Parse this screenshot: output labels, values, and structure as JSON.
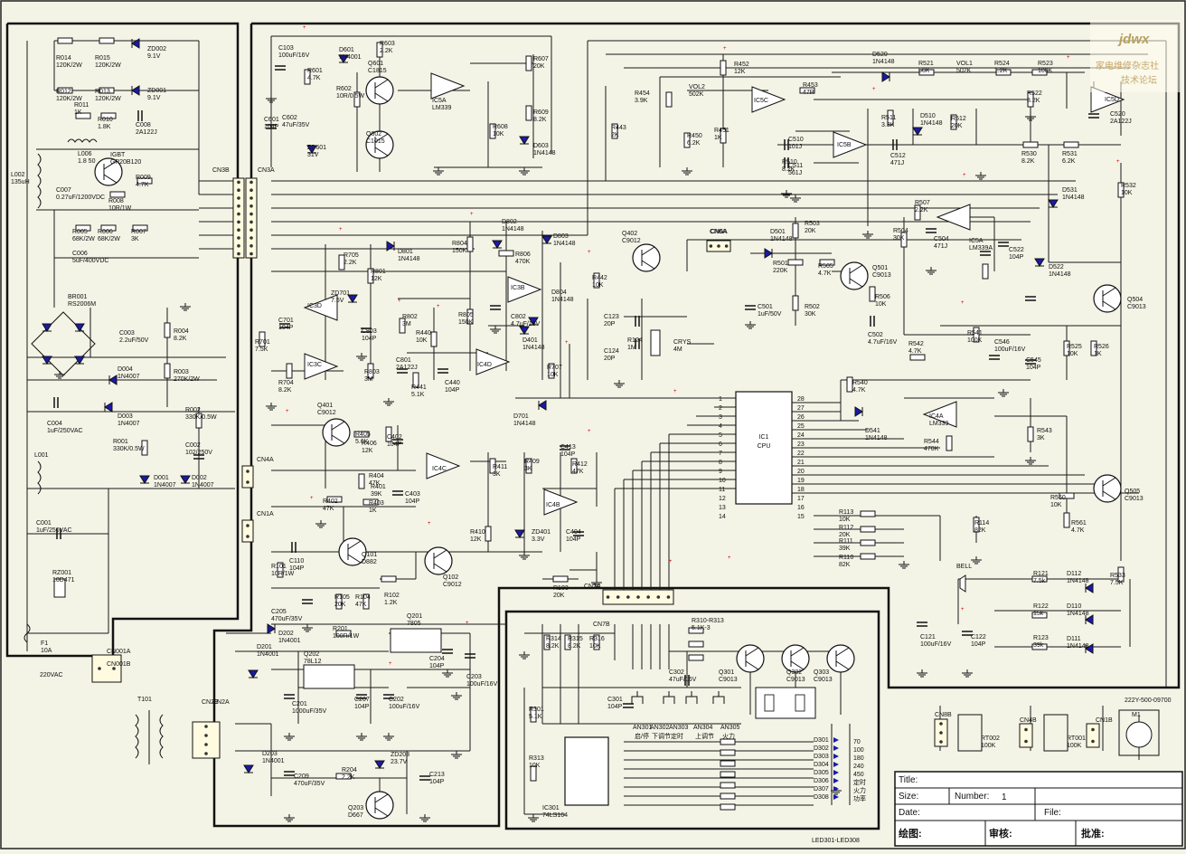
{
  "watermark": {
    "logo": "jdwx",
    "line1": "家电维修杂志社",
    "line2": "技术论坛"
  },
  "part_number": "222Y-500-09700",
  "mains_label": "220VAC",
  "title_block": {
    "title_label": "Title:",
    "size_label": "Size:",
    "number_label": "Number:",
    "number_value": "1",
    "date_label": "Date:",
    "file_label": "File:",
    "drawn_label": "绘图:",
    "review_label": "审核:",
    "approve_label": "批准:"
  },
  "buttons": [
    {
      "ref": "AN301",
      "label": "启/停"
    },
    {
      "ref": "AN302",
      "label": "下调节"
    },
    {
      "ref": "AN303",
      "label": "定时"
    },
    {
      "ref": "AN304",
      "label": "上调节"
    },
    {
      "ref": "AN305",
      "label": "火力"
    }
  ],
  "power_levels": [
    "70",
    "100",
    "180",
    "240",
    "450",
    "定时",
    "火力",
    "功率"
  ],
  "led_refs": [
    "D301",
    "D302",
    "D303",
    "D304",
    "D305",
    "D306",
    "D307",
    "D308"
  ],
  "led_caption": "LED301-LED308",
  "connectors": [
    "CN3B",
    "CN3A",
    "CN001A",
    "CN001B",
    "CN6A",
    "CN4A",
    "CN1A",
    "CN7A",
    "CN7B",
    "CN2B",
    "CN2A",
    "CN8B",
    "CN4B",
    "CN1B"
  ],
  "components": [
    {
      "id": "zd002",
      "ref": "ZD002",
      "value": "9.1V"
    },
    {
      "id": "zd001",
      "ref": "ZD001",
      "value": "9.1V"
    },
    {
      "id": "r014",
      "ref": "R014",
      "value": "120K/2W"
    },
    {
      "id": "r015",
      "ref": "R015",
      "value": "120K/2W"
    },
    {
      "id": "r012",
      "ref": "R012",
      "value": "120K/2W"
    },
    {
      "id": "r013",
      "ref": "R013",
      "value": "120K/2W"
    },
    {
      "id": "r011",
      "ref": "R011",
      "value": "1K"
    },
    {
      "id": "r010",
      "ref": "R010",
      "value": "1.8K"
    },
    {
      "id": "c008",
      "ref": "C008",
      "value": "2A122J"
    },
    {
      "id": "l006",
      "ref": "L006",
      "value": "1.8 50"
    },
    {
      "id": "igbt",
      "ref": "IGBT",
      "value": "GP20B120"
    },
    {
      "id": "r009",
      "ref": "R009",
      "value": "4.7K"
    },
    {
      "id": "r008",
      "ref": "R008",
      "value": "10R/1W"
    },
    {
      "id": "c007",
      "ref": "C007",
      "value": "0.27uF/1200VDC"
    },
    {
      "id": "l002",
      "ref": "L002",
      "value": "135uH"
    },
    {
      "id": "r005",
      "ref": "R005",
      "value": "68K/2W"
    },
    {
      "id": "r006",
      "ref": "R006",
      "value": "68K/2W"
    },
    {
      "id": "r007",
      "ref": "R007",
      "value": "3K"
    },
    {
      "id": "c006",
      "ref": "C006",
      "value": "5uF/400VDC"
    },
    {
      "id": "br001",
      "ref": "BR001",
      "value": "RS2006M"
    },
    {
      "id": "c003",
      "ref": "C003",
      "value": "2.2uF/50V"
    },
    {
      "id": "r004",
      "ref": "R004",
      "value": "8.2K"
    },
    {
      "id": "r003",
      "ref": "R003",
      "value": "270K/2W"
    },
    {
      "id": "d004",
      "ref": "D004",
      "value": "1N4007"
    },
    {
      "id": "d003",
      "ref": "D003",
      "value": "1N4007"
    },
    {
      "id": "c004",
      "ref": "C004",
      "value": "1uF/250VAC"
    },
    {
      "id": "r002",
      "ref": "R002",
      "value": "330K/0.5W"
    },
    {
      "id": "r001",
      "ref": "R001",
      "value": "330K/0.5W"
    },
    {
      "id": "c002",
      "ref": "C002",
      "value": "102/250V"
    },
    {
      "id": "l001",
      "ref": "L001",
      "value": ""
    },
    {
      "id": "d001",
      "ref": "D001",
      "value": "1N4007"
    },
    {
      "id": "d002",
      "ref": "D002",
      "value": "1N4007"
    },
    {
      "id": "c001",
      "ref": "C001",
      "value": "1uF/250VAC"
    },
    {
      "id": "rz001",
      "ref": "RZ001",
      "value": "10D471"
    },
    {
      "id": "f1",
      "ref": "F1",
      "value": "10A"
    },
    {
      "id": "c103",
      "ref": "C103",
      "value": "100uF/16V"
    },
    {
      "id": "d601",
      "ref": "D601",
      "value": "1N4001"
    },
    {
      "id": "r603",
      "ref": "R603",
      "value": "2.2K"
    },
    {
      "id": "r601",
      "ref": "R601",
      "value": "4.7K"
    },
    {
      "id": "q601",
      "ref": "Q601",
      "value": "C1815"
    },
    {
      "id": "r602",
      "ref": "R602",
      "value": "10R/0.5W"
    },
    {
      "id": "q602",
      "ref": "Q602",
      "value": "C1015"
    },
    {
      "id": "c601",
      "ref": "C601",
      "value": "104P"
    },
    {
      "id": "c602",
      "ref": "C602",
      "value": "47uF/35V"
    },
    {
      "id": "zd601",
      "ref": "ZD601",
      "value": "31V"
    },
    {
      "id": "ic5a",
      "ref": "IC5A",
      "value": "LM339"
    },
    {
      "id": "r607",
      "ref": "R607",
      "value": "20K"
    },
    {
      "id": "r609",
      "ref": "R609",
      "value": "8.2K"
    },
    {
      "id": "r608",
      "ref": "R608",
      "value": "10K"
    },
    {
      "id": "d603",
      "ref": "D603",
      "value": "1N4148"
    },
    {
      "id": "r443",
      "ref": "R443",
      "value": "2K"
    },
    {
      "id": "r452",
      "ref": "R452",
      "value": "12K"
    },
    {
      "id": "r454",
      "ref": "R454",
      "value": "3.9K"
    },
    {
      "id": "vol2",
      "ref": "VOL2",
      "value": "502K"
    },
    {
      "id": "r450",
      "ref": "R450",
      "value": "6.2K"
    },
    {
      "id": "r451",
      "ref": "R451",
      "value": "1K"
    },
    {
      "id": "ic5c",
      "ref": "IC5C",
      "value": ""
    },
    {
      "id": "r453",
      "ref": "R453",
      "value": "47R"
    },
    {
      "id": "d520",
      "ref": "D520",
      "value": "1N4148"
    },
    {
      "id": "r521",
      "ref": "R521",
      "value": "56K"
    },
    {
      "id": "vol1",
      "ref": "VOL1",
      "value": "502K"
    },
    {
      "id": "r524",
      "ref": "R524",
      "value": "1.2K"
    },
    {
      "id": "r523",
      "ref": "R523",
      "value": "100K"
    },
    {
      "id": "r522",
      "ref": "R522",
      "value": "8.2K"
    },
    {
      "id": "ic5d",
      "ref": "IC5D",
      "value": ""
    },
    {
      "id": "c520",
      "ref": "C520",
      "value": "2A122J"
    },
    {
      "id": "r511",
      "ref": "R511",
      "value": "3.3K"
    },
    {
      "id": "d510",
      "ref": "D510",
      "value": "1N4148"
    },
    {
      "id": "r512",
      "ref": "R512",
      "value": "20K"
    },
    {
      "id": "c510",
      "ref": "C510",
      "value": "101J"
    },
    {
      "id": "ic5b",
      "ref": "IC5B",
      "value": ""
    },
    {
      "id": "c512",
      "ref": "C512",
      "value": "471J"
    },
    {
      "id": "c511",
      "ref": "C511",
      "value": "561J"
    },
    {
      "id": "r510",
      "ref": "R510",
      "value": "8.2K"
    },
    {
      "id": "r530",
      "ref": "R530",
      "value": "8.2K"
    },
    {
      "id": "r531",
      "ref": "R531",
      "value": "6.2K"
    },
    {
      "id": "r532",
      "ref": "R532",
      "value": "10K"
    },
    {
      "id": "d531",
      "ref": "D531",
      "value": "1N4148"
    },
    {
      "id": "r507",
      "ref": "R507",
      "value": "2.2K"
    },
    {
      "id": "r504",
      "ref": "R504",
      "value": "30K"
    },
    {
      "id": "c504",
      "ref": "C504",
      "value": "471J"
    },
    {
      "id": "ic5a_b",
      "ref": "IC5A",
      "value": "LM339A"
    },
    {
      "id": "c522",
      "ref": "C522",
      "value": "104P"
    },
    {
      "id": "d522",
      "ref": "D522",
      "value": "1N4148"
    },
    {
      "id": "q504",
      "ref": "Q504",
      "value": "C9013"
    },
    {
      "id": "d501",
      "ref": "D501",
      "value": "1N4148"
    },
    {
      "id": "r503",
      "ref": "R503",
      "value": "20K"
    },
    {
      "id": "r501",
      "ref": "R501",
      "value": "220K"
    },
    {
      "id": "r505",
      "ref": "R505",
      "value": "4.7K"
    },
    {
      "id": "q501",
      "ref": "Q501",
      "value": "C9013"
    },
    {
      "id": "c501",
      "ref": "C501",
      "value": "1uF/50V"
    },
    {
      "id": "r502",
      "ref": "R502",
      "value": "30K"
    },
    {
      "id": "r506",
      "ref": "R506",
      "value": "10K"
    },
    {
      "id": "c502",
      "ref": "C502",
      "value": "4.7uF/16V"
    },
    {
      "id": "q402",
      "ref": "Q402",
      "value": "C9012"
    },
    {
      "id": "cn6a",
      "ref": "CN6A",
      "value": ""
    },
    {
      "id": "d802",
      "ref": "D802",
      "value": "1N4148"
    },
    {
      "id": "d803",
      "ref": "D803",
      "value": "1N4148"
    },
    {
      "id": "r804",
      "ref": "R804",
      "value": "150K"
    },
    {
      "id": "r806",
      "ref": "R806",
      "value": "470K"
    },
    {
      "id": "ic3b",
      "ref": "IC3B",
      "value": ""
    },
    {
      "id": "r805",
      "ref": "R805",
      "value": "150K"
    },
    {
      "id": "c802",
      "ref": "C802",
      "value": "4.7uF/16V"
    },
    {
      "id": "d804",
      "ref": "D804",
      "value": "1N4148"
    },
    {
      "id": "r442",
      "ref": "R442",
      "value": "10K"
    },
    {
      "id": "d801",
      "ref": "D801",
      "value": "1N4148"
    },
    {
      "id": "r705",
      "ref": "R705",
      "value": "2.2K"
    },
    {
      "id": "r801",
      "ref": "R801",
      "value": "12K"
    },
    {
      "id": "zd701",
      "ref": "ZD701",
      "value": "7.5V"
    },
    {
      "id": "ic3d",
      "ref": "IC3D",
      "value": ""
    },
    {
      "id": "r701",
      "ref": "R701",
      "value": "7.5K"
    },
    {
      "id": "c701",
      "ref": "C701",
      "value": "104P"
    },
    {
      "id": "c803",
      "ref": "C803",
      "value": "104P"
    },
    {
      "id": "r802",
      "ref": "R802",
      "value": "3M"
    },
    {
      "id": "r440",
      "ref": "R440",
      "value": "10K"
    },
    {
      "id": "ic3c",
      "ref": "IC3C",
      "value": ""
    },
    {
      "id": "r704",
      "ref": "R704",
      "value": "8.2K"
    },
    {
      "id": "r803",
      "ref": "R803",
      "value": "3M"
    },
    {
      "id": "c801",
      "ref": "C801",
      "value": "2A122J"
    },
    {
      "id": "r441",
      "ref": "R441",
      "value": "5.1K"
    },
    {
      "id": "c440",
      "ref": "C440",
      "value": "104P"
    },
    {
      "id": "ic4d",
      "ref": "IC4D",
      "value": ""
    },
    {
      "id": "d401",
      "ref": "D401",
      "value": "1N4148"
    },
    {
      "id": "r707",
      "ref": "R707",
      "value": "10K"
    },
    {
      "id": "d701",
      "ref": "D701",
      "value": "1N4148"
    },
    {
      "id": "c123",
      "ref": "C123",
      "value": "20P"
    },
    {
      "id": "c124",
      "ref": "C124",
      "value": "20P"
    },
    {
      "id": "r124",
      "ref": "R124",
      "value": "1M"
    },
    {
      "id": "crys",
      "ref": "CRYS",
      "value": "4M"
    },
    {
      "id": "ic1",
      "ref": "IC1",
      "value": "CPU"
    },
    {
      "id": "r540",
      "ref": "R540",
      "value": "4.7K"
    },
    {
      "id": "d541",
      "ref": "D541",
      "value": "1N4148"
    },
    {
      "id": "ic4a",
      "ref": "IC4A",
      "value": "LM339"
    },
    {
      "id": "r544",
      "ref": "R544",
      "value": "470K"
    },
    {
      "id": "r543",
      "ref": "R543",
      "value": "3K"
    },
    {
      "id": "r542",
      "ref": "R542",
      "value": "4.7K"
    },
    {
      "id": "r541",
      "ref": "R541",
      "value": "100K"
    },
    {
      "id": "c546",
      "ref": "C546",
      "value": "100uF/16V"
    },
    {
      "id": "c545",
      "ref": "C545",
      "value": "104P"
    },
    {
      "id": "r525",
      "ref": "R525",
      "value": "10K"
    },
    {
      "id": "r526",
      "ref": "R526",
      "value": "1K"
    },
    {
      "id": "q505",
      "ref": "Q505",
      "value": "C9013"
    },
    {
      "id": "r560",
      "ref": "R560",
      "value": "10K"
    },
    {
      "id": "r561",
      "ref": "R561",
      "value": "4.7K"
    },
    {
      "id": "q401",
      "ref": "Q401",
      "value": "C9012"
    },
    {
      "id": "r405",
      "ref": "R405",
      "value": "5.6K"
    },
    {
      "id": "r406",
      "ref": "R406",
      "value": "12K"
    },
    {
      "id": "c402",
      "ref": "C402",
      "value": "104P"
    },
    {
      "id": "ic4c",
      "ref": "IC4C",
      "value": ""
    },
    {
      "id": "r401",
      "ref": "R401",
      "value": "39K"
    },
    {
      "id": "r404",
      "ref": "R404",
      "value": "47K"
    },
    {
      "id": "r402",
      "ref": "R402",
      "value": "47K"
    },
    {
      "id": "r403",
      "ref": "R403",
      "value": "1K"
    },
    {
      "id": "c403",
      "ref": "C403",
      "value": "104P"
    },
    {
      "id": "r411",
      "ref": "R411",
      "value": "3K"
    },
    {
      "id": "r409",
      "ref": "R409",
      "value": "3K"
    },
    {
      "id": "c413",
      "ref": "C413",
      "value": "104P"
    },
    {
      "id": "r412",
      "ref": "R412",
      "value": "47K"
    },
    {
      "id": "ic4b",
      "ref": "IC4B",
      "value": ""
    },
    {
      "id": "r410",
      "ref": "R410",
      "value": "12K"
    },
    {
      "id": "zd401",
      "ref": "ZD401",
      "value": "3.3V"
    },
    {
      "id": "c404",
      "ref": "C404",
      "value": "104P"
    },
    {
      "id": "r113",
      "ref": "R113",
      "value": "10K"
    },
    {
      "id": "r112",
      "ref": "R112",
      "value": "20K"
    },
    {
      "id": "r111",
      "ref": "R111",
      "value": "39K"
    },
    {
      "id": "r110",
      "ref": "R110",
      "value": "82K"
    },
    {
      "id": "r114",
      "ref": "R114",
      "value": "82K"
    },
    {
      "id": "bell",
      "ref": "BELL",
      "value": ""
    },
    {
      "id": "r121",
      "ref": "R121",
      "value": "7.5k"
    },
    {
      "id": "r122",
      "ref": "R122",
      "value": "15k"
    },
    {
      "id": "r123",
      "ref": "R123",
      "value": "39k"
    },
    {
      "id": "d112",
      "ref": "D112",
      "value": "1N4148"
    },
    {
      "id": "d110",
      "ref": "D110",
      "value": "1N4148"
    },
    {
      "id": "d111",
      "ref": "D111",
      "value": "1N4148"
    },
    {
      "id": "r533",
      "ref": "R533",
      "value": "7.5K"
    },
    {
      "id": "c121",
      "ref": "C121",
      "value": "100uF/16V"
    },
    {
      "id": "c122",
      "ref": "C122",
      "value": "104P"
    },
    {
      "id": "c110",
      "ref": "C110",
      "value": "104P"
    },
    {
      "id": "r101",
      "ref": "R101",
      "value": "10R/1W"
    },
    {
      "id": "q101",
      "ref": "Q101",
      "value": "D882"
    },
    {
      "id": "q102",
      "ref": "Q102",
      "value": "C9012"
    },
    {
      "id": "r102",
      "ref": "R102",
      "value": "1.2K"
    },
    {
      "id": "r103",
      "ref": "R103",
      "value": "20K"
    },
    {
      "id": "c205",
      "ref": "C205",
      "value": "470uF/35V"
    },
    {
      "id": "r105",
      "ref": "R105",
      "value": "20K"
    },
    {
      "id": "r104",
      "ref": "R104",
      "value": "47K"
    },
    {
      "id": "d202",
      "ref": "D202",
      "value": "1N4001"
    },
    {
      "id": "r201",
      "ref": "R201",
      "value": "100R/1W"
    },
    {
      "id": "q201",
      "ref": "Q201",
      "value": "7805"
    },
    {
      "id": "c204",
      "ref": "C204",
      "value": "104P"
    },
    {
      "id": "c203",
      "ref": "C203",
      "value": "100uF/16V"
    },
    {
      "id": "d201",
      "ref": "D201",
      "value": "1N4001"
    },
    {
      "id": "q202",
      "ref": "Q202",
      "value": "78L12"
    },
    {
      "id": "c201",
      "ref": "C201",
      "value": "1000uF/35V"
    },
    {
      "id": "c207",
      "ref": "C207",
      "value": "104P"
    },
    {
      "id": "c202",
      "ref": "C202",
      "value": "100uF/16V"
    },
    {
      "id": "t101",
      "ref": "T101",
      "value": ""
    },
    {
      "id": "d203",
      "ref": "D203",
      "value": "1N4001"
    },
    {
      "id": "c209",
      "ref": "C209",
      "value": "470uF/35V"
    },
    {
      "id": "r204",
      "ref": "R204",
      "value": "2.2K"
    },
    {
      "id": "zd203",
      "ref": "ZD203",
      "value": "23.7V"
    },
    {
      "id": "c213",
      "ref": "C213",
      "value": "104P"
    },
    {
      "id": "q203",
      "ref": "Q203",
      "value": "D667"
    },
    {
      "id": "r314",
      "ref": "R314",
      "value": "8.2K"
    },
    {
      "id": "r315",
      "ref": "R315",
      "value": "8.2K"
    },
    {
      "id": "r316",
      "ref": "R316",
      "value": "10K"
    },
    {
      "id": "r310",
      "ref": "R310-R313",
      "value": "5.1K-3"
    },
    {
      "id": "c302",
      "ref": "C302",
      "value": "47uF/16V"
    },
    {
      "id": "q301",
      "ref": "Q301",
      "value": "C9013"
    },
    {
      "id": "q302",
      "ref": "Q302",
      "value": "C9013"
    },
    {
      "id": "q303",
      "ref": "Q303",
      "value": "C9013"
    },
    {
      "id": "r301",
      "ref": "R301",
      "value": "5.1K"
    },
    {
      "id": "c301",
      "ref": "C301",
      "value": "104P"
    },
    {
      "id": "r313",
      "ref": "R313",
      "value": "10K"
    },
    {
      "id": "ic301",
      "ref": "IC301",
      "value": "74LS164"
    },
    {
      "id": "rt002",
      "ref": "RT002",
      "value": "100K"
    },
    {
      "id": "rt001",
      "ref": "RT001",
      "value": "100K"
    },
    {
      "id": "m1",
      "ref": "M1",
      "value": ""
    }
  ]
}
